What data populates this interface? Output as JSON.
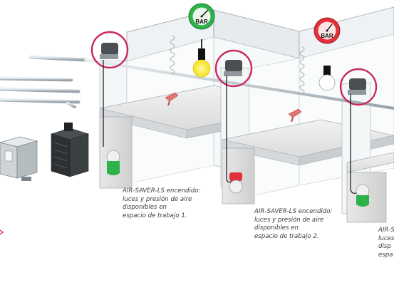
{
  "gauges": [
    {
      "label": "BAR",
      "color": "#2db34a"
    },
    {
      "label": "BAR",
      "color": "#e2313a"
    }
  ],
  "captions": [
    {
      "lines": [
        "AIR-SAVER-LS encendido:",
        "luces y presión de aire",
        "disponibles en",
        "espacio de trabajo 1."
      ]
    },
    {
      "lines": [
        "AIR-SAVER-LS encendido:",
        "luces y presión de aire",
        "disponibles en",
        "espacio de trabajo 2."
      ]
    },
    {
      "lines": [
        "AIR-S",
        "luces",
        "disp",
        "espa"
      ]
    }
  ],
  "colors": {
    "highlight_circle": "#c8285a",
    "status_on": "#2db34a",
    "status_off": "#e2313a",
    "lamp_on": "#f6e21e",
    "pipe": "#cfd6da"
  },
  "icons": [
    "gauge-icon",
    "lamp-icon",
    "valve-icon",
    "status-light-icon",
    "air-gun-icon",
    "compressor-icon",
    "dryer-icon"
  ]
}
